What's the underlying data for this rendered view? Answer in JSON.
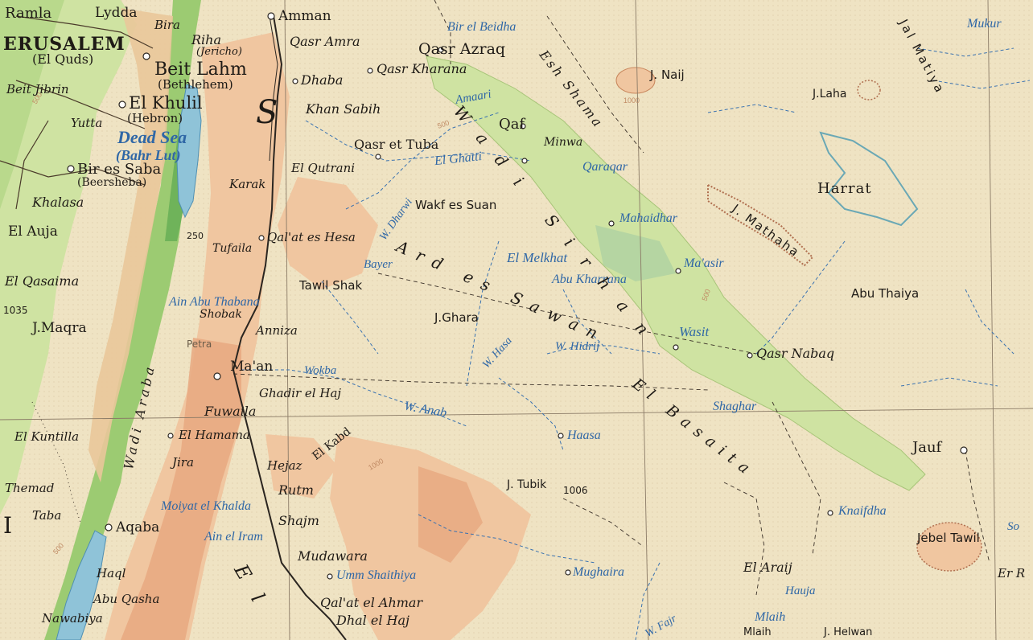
{
  "colors": {
    "paper": "#efe3c3",
    "lowland": "#cfe3a2",
    "green": "#9ccb72",
    "deepgreen": "#6fb35a",
    "highland": "#f2c9a1",
    "high2": "#e7a880",
    "water": "#8fc3d8",
    "wadi": "#2f67a6",
    "road": "#2a2520"
  },
  "labels": {
    "ramla": "Ramla",
    "lydda": "Lydda",
    "bira": "Bira",
    "jerusalem": "ERUSALEM",
    "el_quds": "(El Quds)",
    "riha": "Riha",
    "jericho": "(Jericho)",
    "beit_lahm": "Beit Lahm",
    "bethlehem": "(Bethlehem)",
    "beit_jibrin": "Beit Jibrin",
    "el_khulil": "El Khulil",
    "hebron": "(Hebron)",
    "yutta": "Yutta",
    "dead_sea": "Dead Sea",
    "bahr_lut": "(Bahr Lut)",
    "bir_es_saba": "Bir es Saba",
    "beersheba": "(Beersheba)",
    "khalasa": "Khalasa",
    "el_auja": "El Auja",
    "el_qasaima": "El Qasaima",
    "j_maqra": "J.Maqra",
    "n_1035": "1035",
    "amman": "Amman",
    "qasr_amra": "Qasr Amra",
    "bir_el_beidha": "Bir el Beidha",
    "qasr_azraq": "Qasr Azraq",
    "qasr_kharana": "Qasr Kharana",
    "dhaba": "Dhaba",
    "khan_sabih": "Khan Sabih",
    "amaari": "Amaari",
    "esh_shama": "Esh Shama",
    "j_naij": "J. Naij",
    "mukur": "Mukur",
    "jal_matiya": "Jal Matiya",
    "j_laha": "J.Laha",
    "harrat": "Harrat",
    "qaf": "Qaf",
    "minwa": "Minwa",
    "qasr_et_tuba": "Qasr et Tuba",
    "el_ghatti": "El Ghatti",
    "qaraqar": "Qaraqar",
    "el_qutrani": "El Qutrani",
    "karak": "Karak",
    "w_dharwi": "W. Dharwi",
    "wakf_es_suan": "Wakf es Suan",
    "mahaidhar": "Mahaidhar",
    "j_mathaha": "J. Mathaha",
    "qalat_es_hesa": "Qal'at es Hesa",
    "tufaila": "Tufaila",
    "n_250": "250",
    "bayer": "Bayer",
    "ard_es_sawan": "Ard es Sawan",
    "el_melkhat": "El Melkhat",
    "maasir": "Ma'asir",
    "abu_kharrana": "Abu Kharrana",
    "tawil_shak": "Tawil Shak",
    "abu_thaiya": "Abu Thaiya",
    "ain_abu_thabana": "Ain Abu Thabana",
    "shobak": "Shobak",
    "j_ghara": "J.Ghara",
    "w_hasa": "W. Hasa",
    "w_hidrij": "W. Hidrij",
    "wasit": "Wasit",
    "qasr_nabaq": "Qasr Nabaq",
    "anniza": "Anniza",
    "petra": "Petra",
    "maan": "Ma'an",
    "wokba": "Wokba",
    "wadi_araba": "Wadi Araba",
    "ghadir_el_haj": "Ghadir el Haj",
    "w_anab": "W. Anab",
    "el_basaita": "El Basaita",
    "wadi_sirhan": "Wadi Sirhan",
    "shaghar": "Shaghar",
    "jauf": "Jauf",
    "fuwaila": "Fuwaila",
    "el_kuntilla": "El Kuntilla",
    "el_hamama": "El Hamama",
    "el_kabd": "El Kabd",
    "haasa": "Haasa",
    "jira": "Jira",
    "hejaz": "Hejaz",
    "themad": "Themad",
    "rutm": "Rutm",
    "j_tubik": "J. Tubik",
    "n_1006": "1006",
    "taba": "Taba",
    "moiyat_el_khalda": "Moiyat el Khalda",
    "knaifdha": "Knaifdha",
    "jebel_tawil": "Jebel Tawil",
    "shajm": "Shajm",
    "aqaba": "Aqaba",
    "ain_el_iram": "Ain el Iram",
    "so": "So",
    "mudawara": "Mudawara",
    "el_araij": "El Araij",
    "er_r": "Er R",
    "mughaira": "Mughaira",
    "umm_shaithiya": "Umm Shaithiya",
    "haql": "Haql",
    "hauja": "Hauja",
    "abu_qasha": "Abu Qasha",
    "qalat_el_ahmar": "Qal'at el Ahmar",
    "nawabiya": "Nawabiya",
    "dhal_el_haj": "Dhal el Haj",
    "mlaih": "Mlaih",
    "mlaih2": "Mlaih",
    "j_helwan": "J. Helwan",
    "w_fajr": "W. Fajr",
    "sa": "S",
    "el_bottom": "El",
    "n_500": "500",
    "n_1000": "1000"
  }
}
